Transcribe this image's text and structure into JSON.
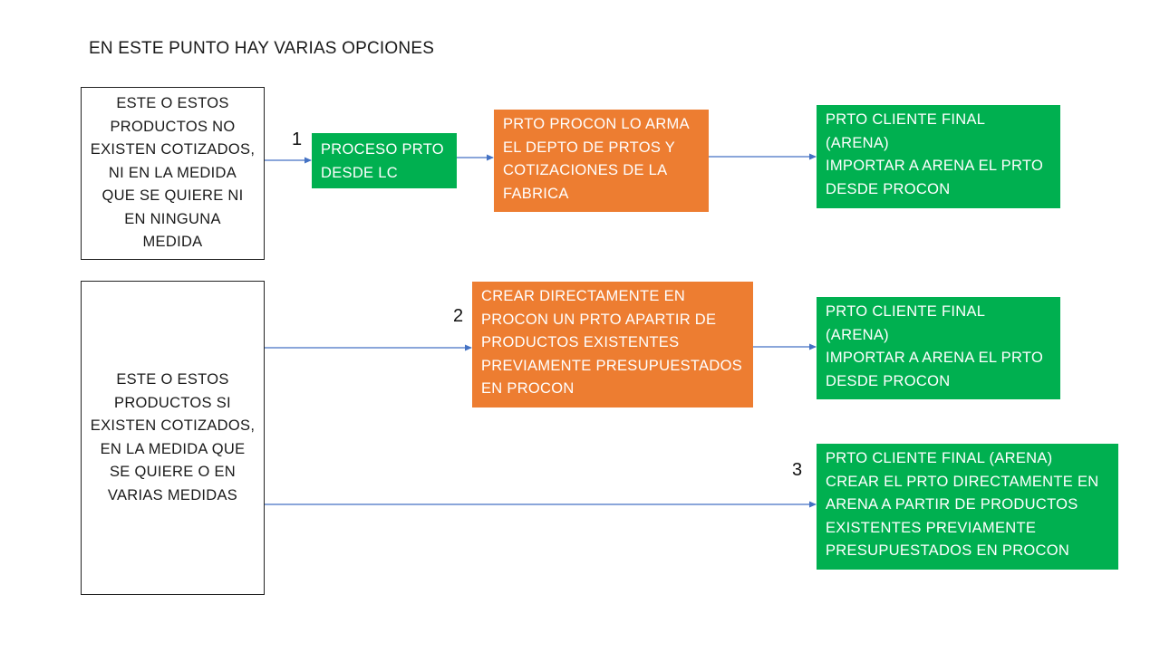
{
  "title": "EN ESTE PUNTO HAY VARIAS OPCIONES",
  "box_no_existen": "ESTE O ESTOS\nPRODUCTOS NO\nEXISTEN COTIZADOS,\nNI EN LA MEDIDA\nQUE SE QUIERE NI\nEN NINGUNA\nMEDIDA",
  "box_si_existen": "ESTE O ESTOS\nPRODUCTOS SI\nEXISTEN COTIZADOS,\nEN LA MEDIDA QUE\nSE QUIERE O EN\nVARIAS MEDIDAS",
  "option_numbers": [
    "1",
    "2",
    "3"
  ],
  "box_proceso": "PROCESO PRTO\nDESDE LC",
  "box_prto_procon": "PRTO PROCON LO ARMA\nEL DEPTO DE PRTOS Y\nCOTIZACIONES DE LA\nFABRICA",
  "box_cliente_1": "PRTO CLIENTE  FINAL\n(ARENA)\nIMPORTAR A ARENA EL PRTO\nDESDE PROCON",
  "box_crear_procon": "CREAR DIRECTAMENTE  EN\nPROCON UN PRTO APARTIR DE\nPRODUCTOS EXISTENTES\nPREVIAMENTE PRESUPUESTADOS\nEN PROCON",
  "box_cliente_2": "PRTO CLIENTE  FINAL\n(ARENA)\nIMPORTAR A ARENA EL PRTO\nDESDE PROCON",
  "box_cliente_3": "PRTO CLIENTE  FINAL (ARENA)\nCREAR EL PRTO DIRECTAMENTE  EN\nARENA A PARTIR DE PRODUCTOS\nEXISTENTES PREVIAMENTE\nPRESUPUESTADOS EN PROCON",
  "colors": {
    "green": "#00b050",
    "orange": "#ed7d31",
    "arrow": "#4472c4"
  }
}
